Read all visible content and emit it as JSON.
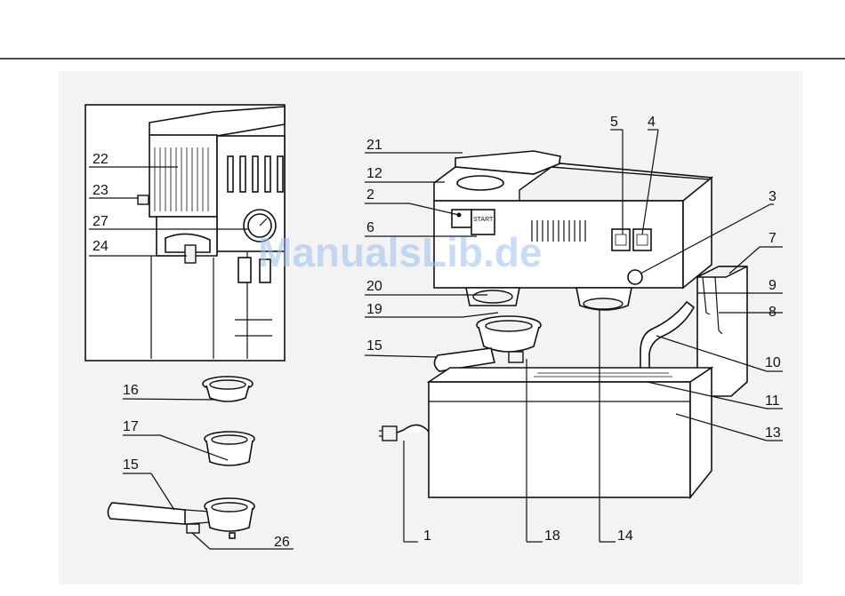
{
  "watermark": "ManualsLib.de",
  "switch_label": "START",
  "callouts": {
    "n1": "1",
    "n2": "2",
    "n3": "3",
    "n4": "4",
    "n5": "5",
    "n6": "6",
    "n7": "7",
    "n8": "8",
    "n9": "9",
    "n10": "10",
    "n11": "11",
    "n12": "12",
    "n13": "13",
    "n14": "14",
    "n15": "15",
    "n15b": "15",
    "n16": "16",
    "n17": "17",
    "n18": "18",
    "n19": "19",
    "n20": "20",
    "n21": "21",
    "n22": "22",
    "n23": "23",
    "n24": "24",
    "n26": "26",
    "n27": "27"
  }
}
